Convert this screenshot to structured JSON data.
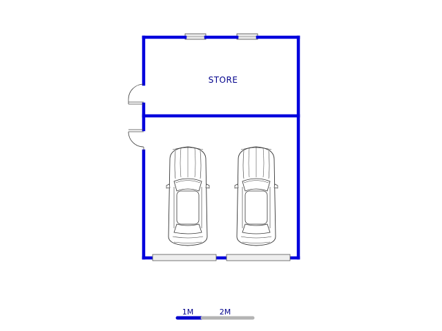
{
  "floor_plan": {
    "rooms": [
      {
        "label": "STORE"
      }
    ],
    "vehicles": [
      {
        "type": "car"
      },
      {
        "type": "car"
      }
    ],
    "scale_bar": {
      "labels": [
        "1M",
        "2M"
      ]
    }
  },
  "colors": {
    "wall": "#0000dd",
    "label": "#00008b",
    "scale_active": "#0000cc",
    "scale_inactive": "#b4b4b4",
    "fixture_fill": "#eeeeee",
    "line": "#333333"
  }
}
